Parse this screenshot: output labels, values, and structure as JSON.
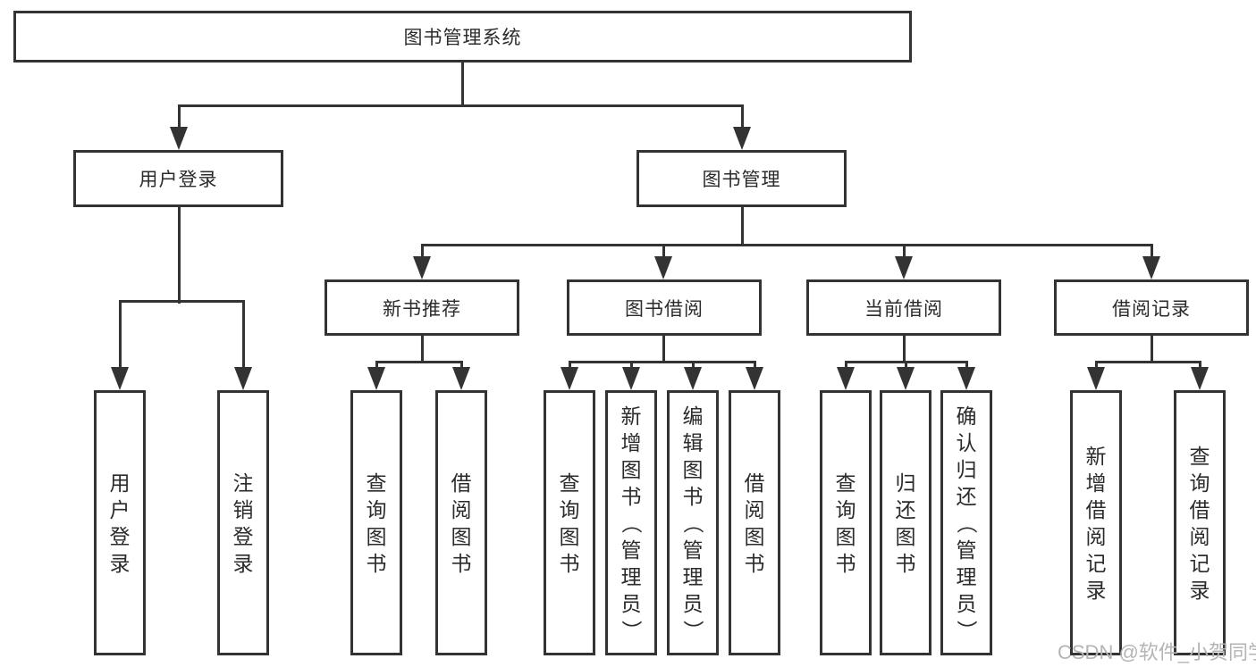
{
  "diagram": {
    "title": "图书管理系统",
    "root": {
      "label": "图书管理系统",
      "children": [
        {
          "label": "用户登录",
          "children": [
            {
              "label": "用户登录"
            },
            {
              "label": "注销登录"
            }
          ]
        },
        {
          "label": "图书管理",
          "children": [
            {
              "label": "新书推荐",
              "children": [
                {
                  "label": "查询图书"
                },
                {
                  "label": "借阅图书"
                }
              ]
            },
            {
              "label": "图书借阅",
              "children": [
                {
                  "label": "查询图书"
                },
                {
                  "label": "新增图书（管理员）"
                },
                {
                  "label": "编辑图书（管理员）"
                },
                {
                  "label": "借阅图书"
                }
              ]
            },
            {
              "label": "当前借阅",
              "children": [
                {
                  "label": "查询图书"
                },
                {
                  "label": "归还图书"
                },
                {
                  "label": "确认归还（管理员）"
                }
              ]
            },
            {
              "label": "借阅记录",
              "children": [
                {
                  "label": "新增借阅记录"
                },
                {
                  "label": "查询借阅记录"
                }
              ]
            }
          ]
        }
      ]
    },
    "colors": {
      "line": "#333333",
      "text": "#2b2b2b",
      "watermark": "#b4b4b4",
      "background": "#ffffff"
    }
  },
  "watermark": "CSDN @软件_小贺同学"
}
